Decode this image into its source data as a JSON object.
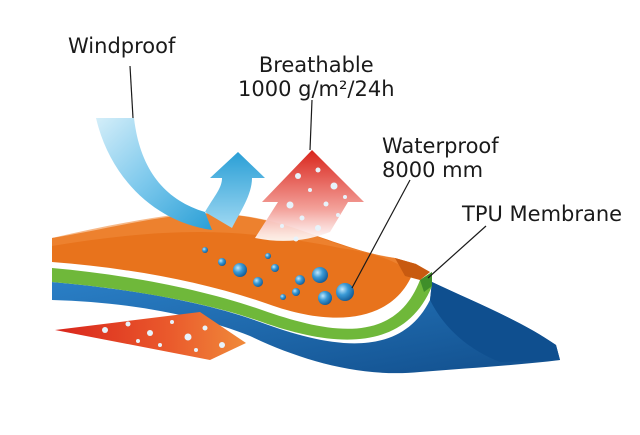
{
  "labels": {
    "windproof": "Windproof",
    "breathable_title": "Breathable",
    "breathable_value": "1000 g/m²/24h",
    "waterproof_title": "Waterproof",
    "waterproof_value": "8000 mm",
    "membrane": "TPU Membrane"
  },
  "colors": {
    "outer_fabric": "#e8731c",
    "outer_fabric_dark": "#c85a10",
    "tpu_membrane": "#6fb83a",
    "tpu_membrane_dark": "#3f8f2a",
    "lining_blue": "#1f6fb6",
    "lining_dark": "#0f4f8f",
    "wind_arrow_light": "#9fd8f2",
    "wind_arrow_dark": "#2a9fd6",
    "breath_arrow_top": "#d9251c",
    "breath_arrow_light": "#f3a19a",
    "water_drop": "#2a86c6",
    "leader_line": "#1a1a1a"
  },
  "icons": [
    "wind-arrow-icon",
    "breathable-arrow-icon",
    "up-arrow-icon",
    "water-drop-icon",
    "vapor-bubble-icon"
  ]
}
